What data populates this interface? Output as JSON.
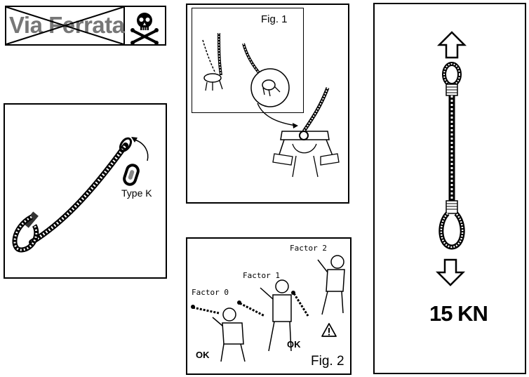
{
  "warning_banner": {
    "text": "Via Ferrata",
    "icon": "skull-crossbones-icon"
  },
  "lanyard_panel": {
    "connector_label": "Type K"
  },
  "fig1_panel": {
    "label": "Fig. 1"
  },
  "fig2_panel": {
    "label": "Fig. 2",
    "factors": [
      {
        "label": "Factor 0",
        "status": "OK"
      },
      {
        "label": "Factor 1",
        "status": "OK"
      },
      {
        "label": "Factor 2",
        "status": "warning"
      }
    ]
  },
  "strength_panel": {
    "value": "15 KN",
    "icons": [
      "arrow-up-icon",
      "arrow-down-icon"
    ]
  }
}
